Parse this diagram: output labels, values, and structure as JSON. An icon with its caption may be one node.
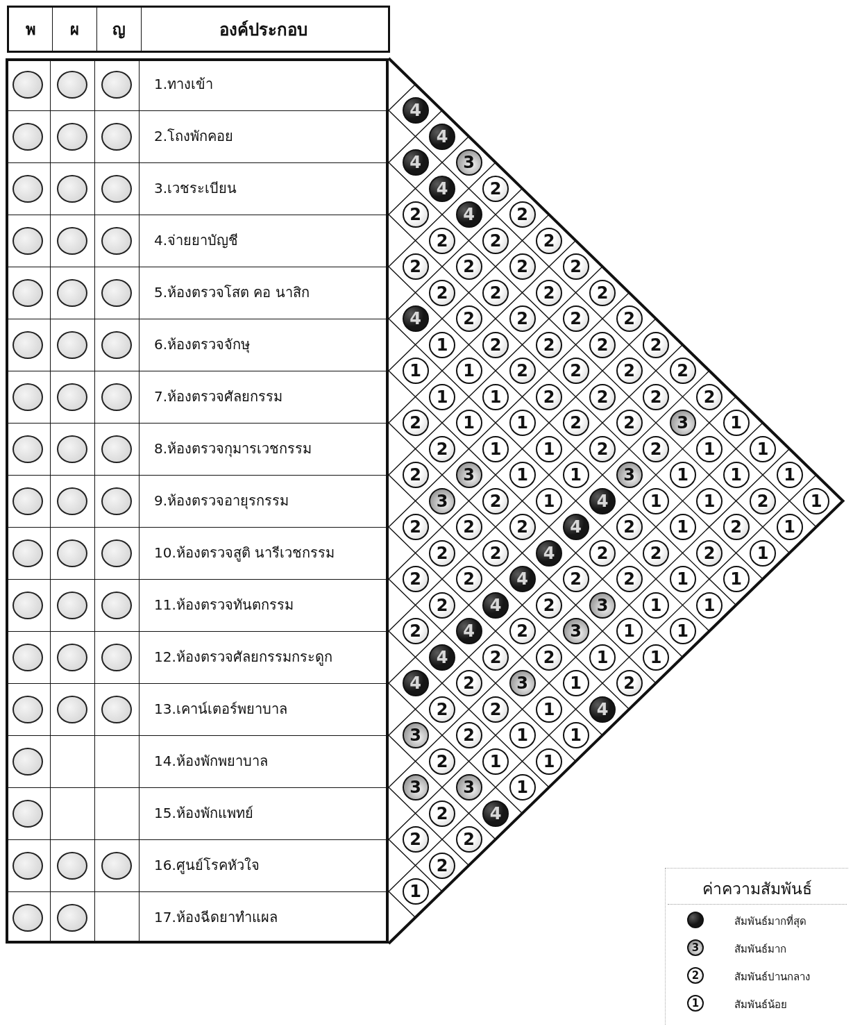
{
  "diagram": {
    "labels": [
      "พ",
      "ผ",
      "ญ",
      "องค์ประกอบ",
      "1.ทางเข้า",
      "2.โถงพักคอย",
      "3.เวชระเบียน",
      "4.จ่ายยาบัญชี",
      "5.ห้องตรวจโสต คอ นาสิก",
      "6.ห้องตรวจจักษุ",
      "7.ห้องตรวจศัลยกรรม",
      "8.ห้องตรวจกุมารเวชกรรม",
      "9.ห้องตรวจอายุรกรรม",
      "10.ห้องตรวจสูติ นารีเวชกรรม",
      "11.ห้องตรวจทันตกรรม",
      "12.ห้องตรวจศัลยกรรมกระดูก",
      "13.เคาน์เตอร์พยาบาล",
      "14.ห้องพักพยาบาล",
      "15.ห้องพักแพทย์",
      "16.ศูนย์โรคหัวใจ",
      "17.ห้องฉีดยาทำแผล",
      "4",
      "4",
      "4",
      "3",
      "4",
      "2",
      "2",
      "4",
      "2",
      "2",
      "2",
      "2",
      "2",
      "2",
      "2",
      "2",
      "2",
      "2",
      "2",
      "2",
      "4",
      "2",
      "2",
      "2",
      "2",
      "1",
      "2",
      "2",
      "2",
      "2",
      "1",
      "1",
      "2",
      "2",
      "2",
      "2",
      "1",
      "1",
      "2",
      "2",
      "2",
      "2",
      "2",
      "1",
      "1",
      "2",
      "2",
      "3",
      "1",
      "2",
      "1",
      "1",
      "2",
      "2",
      "1",
      "1",
      "2",
      "3",
      "1",
      "1",
      "3",
      "1",
      "1",
      "1",
      "3",
      "2",
      "1",
      "4",
      "1",
      "1",
      "2",
      "1",
      "2",
      "2",
      "2",
      "4",
      "2",
      "1",
      "2",
      "1",
      "2",
      "2",
      "4",
      "2",
      "2",
      "2",
      "1",
      "2",
      "2",
      "4",
      "2",
      "2",
      "1",
      "1",
      "2",
      "4",
      "2",
      "3",
      "1",
      "1",
      "2",
      "4",
      "2",
      "3",
      "1",
      "1",
      "4",
      "2",
      "2",
      "1",
      "1",
      "4",
      "2",
      "3",
      "1",
      "2",
      "2",
      "2",
      "1",
      "4",
      "3",
      "2",
      "1",
      "1",
      "2",
      "1",
      "1",
      "3",
      "3",
      "1",
      "2",
      "4",
      "2",
      "2",
      "2",
      "1",
      "ค่าความสัมพันธ์",
      "3",
      "2",
      "1"
    ],
    "legend": [
      {
        "text": "สัมพันธ์มากที่สุด"
      },
      {
        "text": "สัมพันธ์มาก"
      },
      {
        "text": "สัมพันธ์ปานกลาง"
      },
      {
        "text": "สัมพันธ์น้อย"
      }
    ]
  }
}
